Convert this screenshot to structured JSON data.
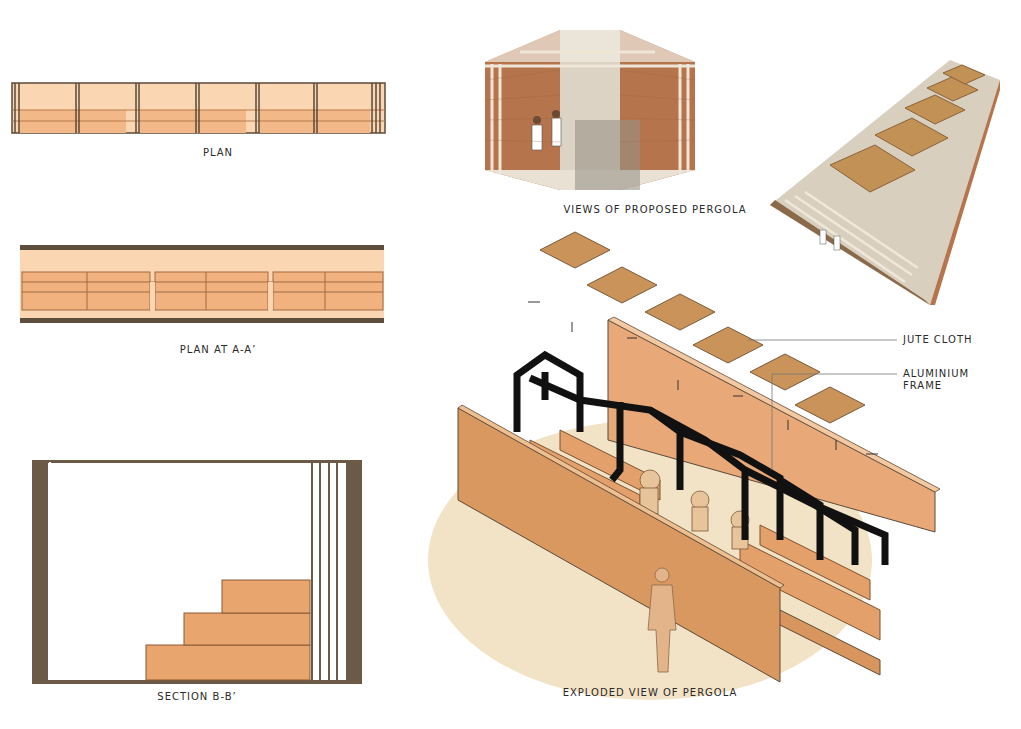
{
  "diagram": {
    "labels": [
      "PLAN",
      "PLAN AT A-A’",
      "SECTION B-B’",
      "VIEWS OF PROPOSED PERGOLA",
      "JUTE CLOTH",
      "ALUMINIUM FRAME",
      "EXPLODED VIEW OF PERGOLA"
    ]
  }
}
